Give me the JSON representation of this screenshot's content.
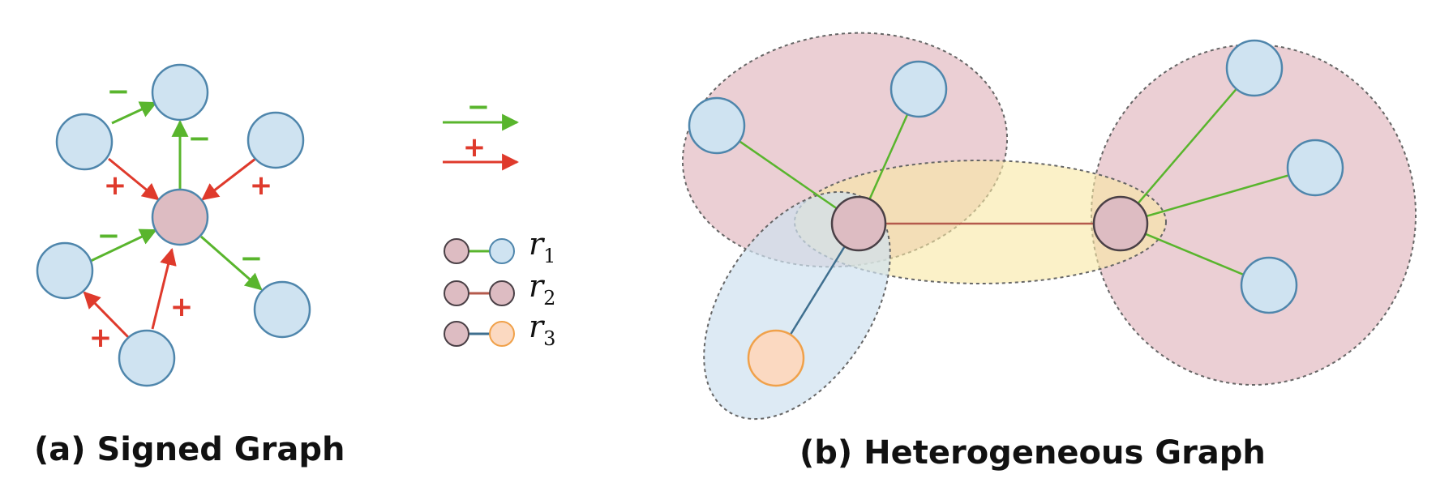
{
  "signed_graph": {
    "caption": "(a)  Signed Graph",
    "neg_sign": "−",
    "pos_sign": "+"
  },
  "legend": {
    "negative_sign": "−",
    "positive_sign": "+",
    "relations": [
      {
        "symbol": "r",
        "sub": "1",
        "target": "blue"
      },
      {
        "symbol": "r",
        "sub": "2",
        "target": "pink"
      },
      {
        "symbol": "r",
        "sub": "3",
        "target": "orange"
      }
    ]
  },
  "heterogeneous_graph": {
    "caption": "(b)  Heterogeneous  Graph"
  },
  "colors": {
    "node_blue": "#cfe3f1",
    "node_blue_stroke": "#4f86ac",
    "node_pink": "#ddbcc2",
    "node_pink_stroke": "#4a4046",
    "node_orange": "#fbd9c1",
    "node_orange_stroke": "#f0a14a",
    "edge_green": "#59b52d",
    "edge_red": "#df3a2c",
    "edge_brown": "#b45a4c",
    "edge_teal": "#3f6f8f",
    "region_pink": "#e7c7cc",
    "region_yellow": "#f9e7a4",
    "region_blue": "#cfe1f0"
  }
}
